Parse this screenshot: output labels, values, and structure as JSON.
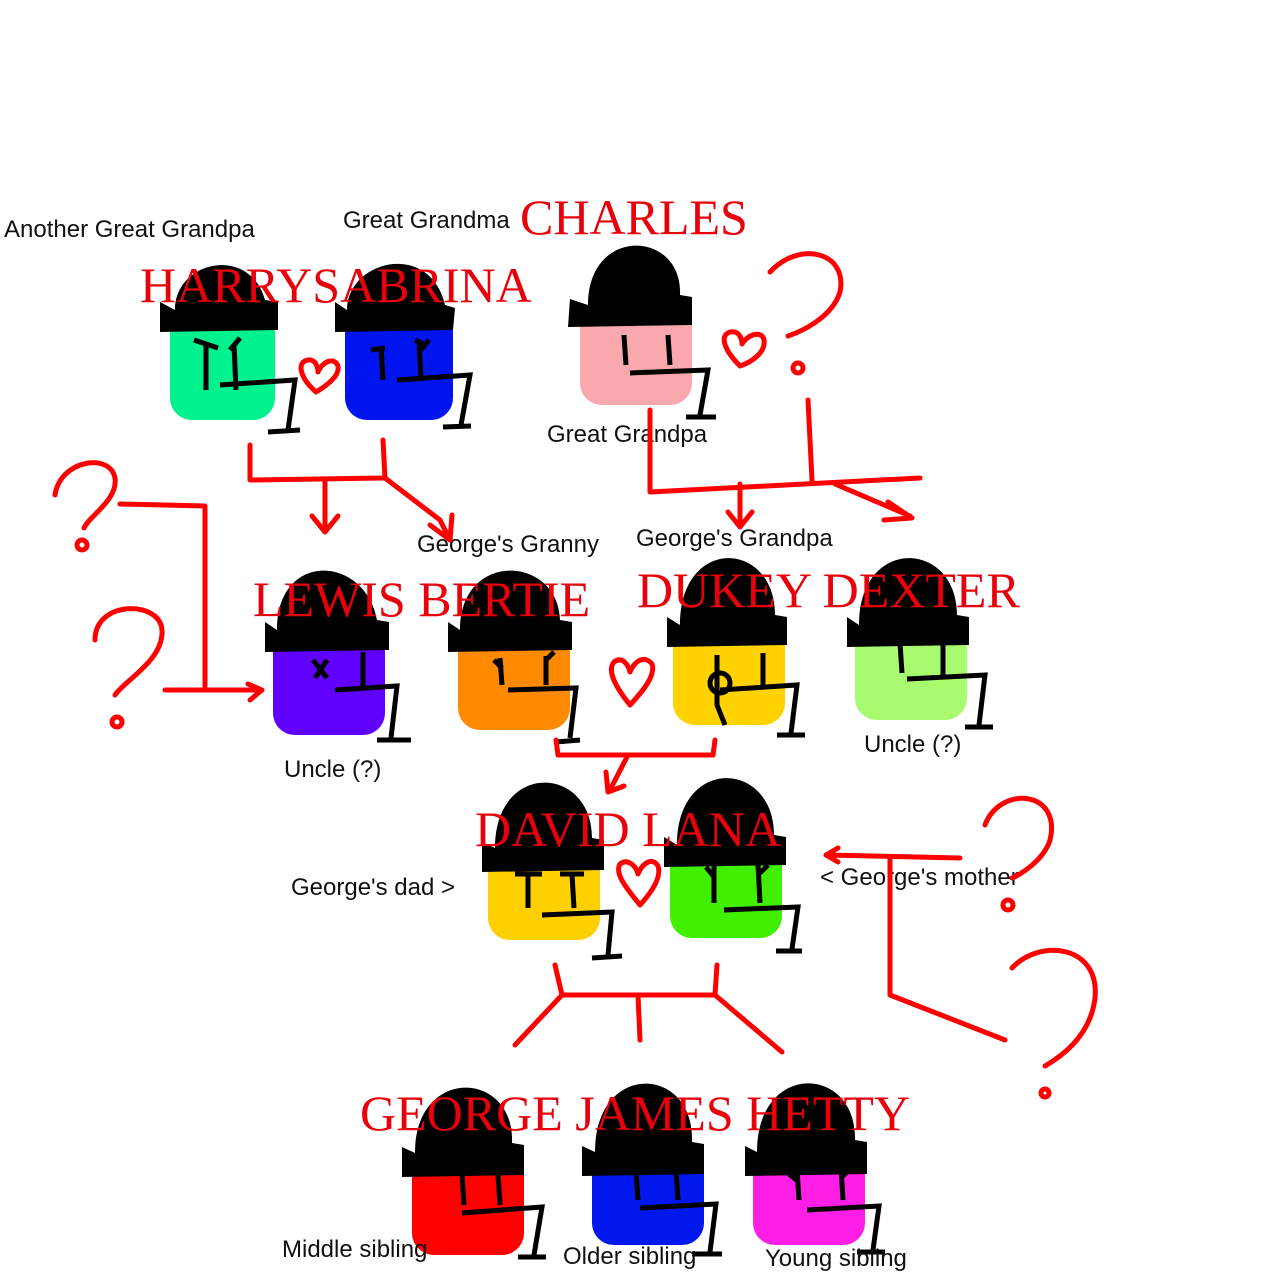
{
  "diagram": {
    "type": "family-tree",
    "accent_color": "#e8000b",
    "characters": [
      {
        "id": "harry",
        "name": "HARRY",
        "role": "Another Great Grandpa",
        "color": "#00f28f",
        "face": "frown"
      },
      {
        "id": "sabrina",
        "name": "SABRINA",
        "role": "Great Grandma",
        "color": "#0015ee",
        "face": "neutral"
      },
      {
        "id": "charles",
        "name": "CHARLES",
        "role": "Great Grandpa",
        "color": "#f9a8ad",
        "face": "plain"
      },
      {
        "id": "lewis",
        "name": "LEWIS",
        "role": "Uncle (?)",
        "color": "#6000ff",
        "face": "x-eye"
      },
      {
        "id": "bertie",
        "name": "BERTIE",
        "role": "George's Granny",
        "color": "#ff8a00",
        "face": "lashes"
      },
      {
        "id": "dukey",
        "name": "DUKEY",
        "role": "George's Grandpa",
        "color": "#ffd200",
        "face": "monocle"
      },
      {
        "id": "dexter",
        "name": "DEXTER",
        "role": "Uncle (?)",
        "color": "#a8fa6e",
        "face": "plain"
      },
      {
        "id": "david",
        "name": "DAVID",
        "role": "George's dad >",
        "color": "#ffd000",
        "face": "brows"
      },
      {
        "id": "lana",
        "name": "LANA",
        "role": "< George's mother",
        "color": "#40f000",
        "face": "lashes"
      },
      {
        "id": "george",
        "name": "GEORGE",
        "role": "Middle sibling",
        "color": "#ff0000",
        "face": "plain"
      },
      {
        "id": "james",
        "name": "JAMES",
        "role": "Older sibling",
        "color": "#0018ee",
        "face": "plain"
      },
      {
        "id": "hetty",
        "name": "HETTY",
        "role": "Young sibling",
        "color": "#ff1ee6",
        "face": "lashes"
      }
    ],
    "name_groups": {
      "row1_left": "HARRYSABRINA",
      "row1_right": "CHARLES",
      "row2_left": "LEWIS BERTIE",
      "row2_right": "DUKEY DEXTER",
      "row3": "DAVID LANA",
      "row4": "GEORGE JAMES HETTY"
    },
    "labels": {
      "another_great_grandpa": "Another Great Grandpa",
      "great_grandma": "Great Grandma",
      "great_grandpa": "Great Grandpa",
      "georges_granny": "George's Granny",
      "georges_grandpa": "George's Grandpa",
      "uncle_lewis": "Uncle (?)",
      "uncle_dexter": "Uncle (?)",
      "georges_dad": "George's dad >",
      "georges_mother": "< George's mother",
      "middle_sibling": "Middle sibling",
      "older_sibling": "Older sibling",
      "young_sibling": "Young sibling"
    },
    "relationships": [
      {
        "type": "couple",
        "members": [
          "harry",
          "sabrina"
        ]
      },
      {
        "type": "couple",
        "members": [
          "charles",
          "unknown"
        ]
      },
      {
        "type": "couple",
        "members": [
          "bertie",
          "dukey"
        ]
      },
      {
        "type": "couple",
        "members": [
          "david",
          "lana"
        ]
      },
      {
        "type": "children",
        "parents": [
          "harry",
          "sabrina"
        ],
        "children": [
          "lewis",
          "bertie"
        ]
      },
      {
        "type": "children",
        "parents": [
          "charles",
          "unknown"
        ],
        "children": [
          "dukey",
          "dexter"
        ]
      },
      {
        "type": "children",
        "parents": [
          "bertie",
          "dukey"
        ],
        "children": [
          "david"
        ]
      },
      {
        "type": "children",
        "parents": [
          "david",
          "lana"
        ],
        "children": [
          "george",
          "james",
          "hetty"
        ]
      },
      {
        "type": "unknown-parent",
        "child": "lewis"
      },
      {
        "type": "unknown-parent",
        "child": "lana"
      }
    ]
  }
}
